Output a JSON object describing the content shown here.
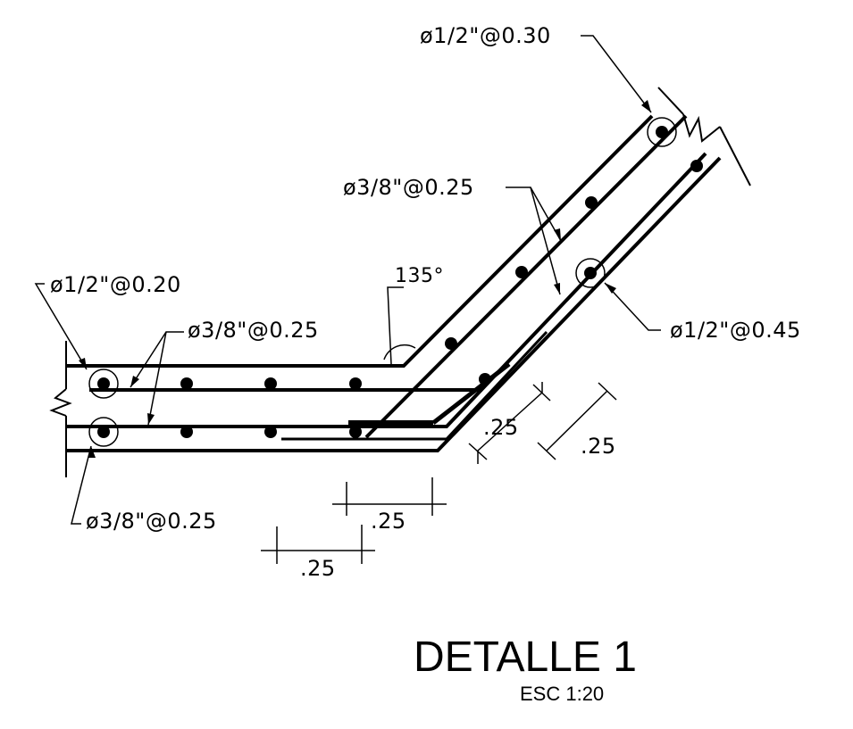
{
  "detail": {
    "title": "DETALLE 1",
    "scale": "ESC  1:20"
  },
  "labels": {
    "top_bar_upper_slab": "ø1/2\"@0.30",
    "distribution_bars_sloped": "ø3/8\"@0.25",
    "angle": "135°",
    "top_bar_horizontal_slab": "ø1/2\"@0.20",
    "distribution_bars_horizontal": "ø3/8\"@0.25",
    "bottom_bar_sloped_slab": "ø1/2\"@0.45",
    "bottom_bar_horizontal_slab": "ø3/8\"@0.25"
  },
  "dimensions": {
    "diag_inner": ".25",
    "diag_outer": ".25",
    "horiz_upper": ".25",
    "horiz_lower": ".25"
  },
  "colors": {
    "ink": "#000000",
    "background": "#ffffff"
  }
}
